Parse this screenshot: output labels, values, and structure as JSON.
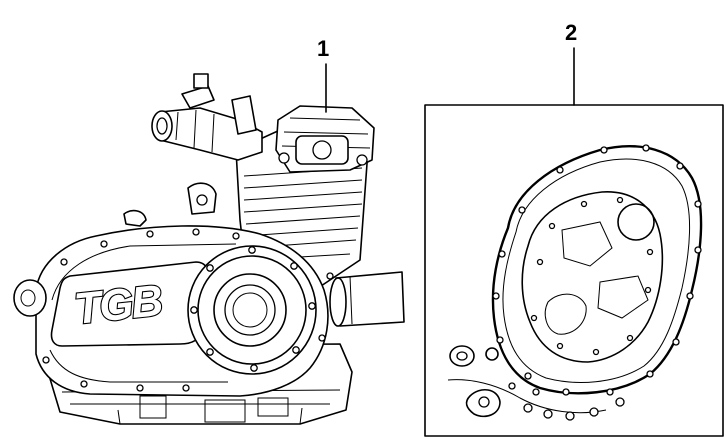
{
  "callouts": [
    {
      "id": "engine",
      "label": "1"
    },
    {
      "id": "gasket-kit",
      "label": "2"
    }
  ],
  "engine": {
    "brand_mark": "TGB"
  }
}
